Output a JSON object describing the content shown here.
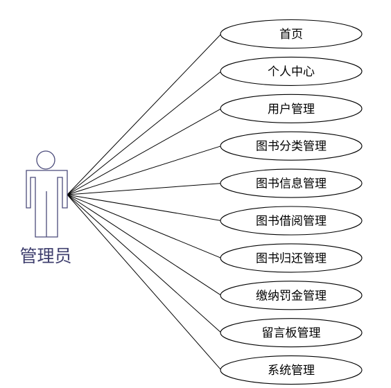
{
  "actor": {
    "name": "管理员"
  },
  "use_cases": [
    {
      "label": "首页"
    },
    {
      "label": "个人中心"
    },
    {
      "label": "用户管理"
    },
    {
      "label": "图书分类管理"
    },
    {
      "label": "图书信息管理"
    },
    {
      "label": "图书借阅管理"
    },
    {
      "label": "图书归还管理"
    },
    {
      "label": "缴纳罚金管理"
    },
    {
      "label": "留言板管理"
    },
    {
      "label": "系统管理"
    }
  ],
  "colors": {
    "actor": "#4a4a7a",
    "actor_label": "#3f3f6e",
    "lines": "#000000"
  }
}
